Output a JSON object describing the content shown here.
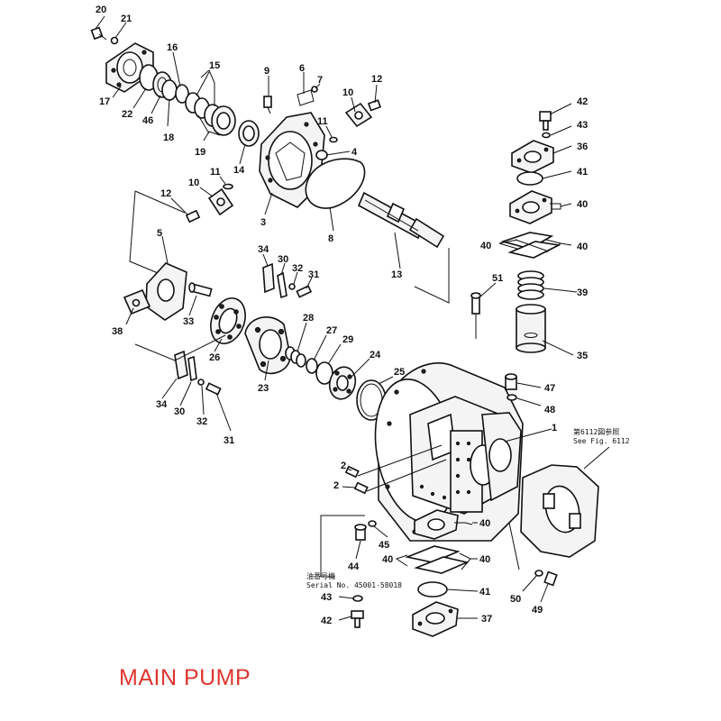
{
  "caption": "MAIN PUMP",
  "notes": {
    "see_fig_line1": "第6112図参照",
    "see_fig_line2": "See Fig. 6112",
    "serial_line1": "油番号機",
    "serial_line2": "Serial No. 45001-58018"
  },
  "callouts": [
    {
      "id": "c20",
      "text": "20"
    },
    {
      "id": "c21",
      "text": "21"
    },
    {
      "id": "c16",
      "text": "16"
    },
    {
      "id": "c15",
      "text": "15"
    },
    {
      "id": "c9",
      "text": "9"
    },
    {
      "id": "c6",
      "text": "6"
    },
    {
      "id": "c7",
      "text": "7"
    },
    {
      "id": "c10a",
      "text": "10"
    },
    {
      "id": "c12a",
      "text": "12"
    },
    {
      "id": "c17",
      "text": "17"
    },
    {
      "id": "c22",
      "text": "22"
    },
    {
      "id": "c46",
      "text": "46"
    },
    {
      "id": "c18",
      "text": "18"
    },
    {
      "id": "c19",
      "text": "19"
    },
    {
      "id": "c14",
      "text": "14"
    },
    {
      "id": "c11a",
      "text": "11"
    },
    {
      "id": "c4",
      "text": "4"
    },
    {
      "id": "c11b",
      "text": "11"
    },
    {
      "id": "c10b",
      "text": "10"
    },
    {
      "id": "c12b",
      "text": "12"
    },
    {
      "id": "c3",
      "text": "3"
    },
    {
      "id": "c8",
      "text": "8"
    },
    {
      "id": "c13",
      "text": "13"
    },
    {
      "id": "c5",
      "text": "5"
    },
    {
      "id": "c34a",
      "text": "34"
    },
    {
      "id": "c30a",
      "text": "30"
    },
    {
      "id": "c32a",
      "text": "32"
    },
    {
      "id": "c31a",
      "text": "31"
    },
    {
      "id": "c38",
      "text": "38"
    },
    {
      "id": "c33",
      "text": "33"
    },
    {
      "id": "c26",
      "text": "26"
    },
    {
      "id": "c28",
      "text": "28"
    },
    {
      "id": "c27",
      "text": "27"
    },
    {
      "id": "c29",
      "text": "29"
    },
    {
      "id": "c24",
      "text": "24"
    },
    {
      "id": "c25",
      "text": "25"
    },
    {
      "id": "c23",
      "text": "23"
    },
    {
      "id": "c34b",
      "text": "34"
    },
    {
      "id": "c30b",
      "text": "30"
    },
    {
      "id": "c32b",
      "text": "32"
    },
    {
      "id": "c31b",
      "text": "31"
    },
    {
      "id": "c42a",
      "text": "42"
    },
    {
      "id": "c43a",
      "text": "43"
    },
    {
      "id": "c36",
      "text": "36"
    },
    {
      "id": "c41a",
      "text": "41"
    },
    {
      "id": "c40a",
      "text": "40"
    },
    {
      "id": "c40b",
      "text": "40"
    },
    {
      "id": "c40c",
      "text": "40"
    },
    {
      "id": "c39",
      "text": "39"
    },
    {
      "id": "c51",
      "text": "51"
    },
    {
      "id": "c35",
      "text": "35"
    },
    {
      "id": "c47",
      "text": "47"
    },
    {
      "id": "c48",
      "text": "48"
    },
    {
      "id": "c1",
      "text": "1"
    },
    {
      "id": "c2a",
      "text": "2"
    },
    {
      "id": "c2b",
      "text": "2"
    },
    {
      "id": "c40d",
      "text": "40"
    },
    {
      "id": "c45",
      "text": "45"
    },
    {
      "id": "c44",
      "text": "44"
    },
    {
      "id": "c40e",
      "text": "40"
    },
    {
      "id": "c40f",
      "text": "40"
    },
    {
      "id": "c41b",
      "text": "41"
    },
    {
      "id": "c50",
      "text": "50"
    },
    {
      "id": "c49",
      "text": "49"
    },
    {
      "id": "c43b",
      "text": "43"
    },
    {
      "id": "c42b",
      "text": "42"
    },
    {
      "id": "c37",
      "text": "37"
    }
  ]
}
